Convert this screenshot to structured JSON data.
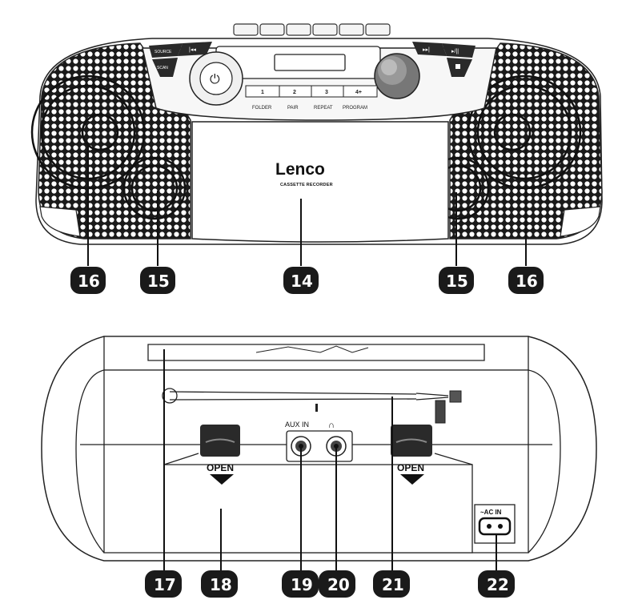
{
  "front_view": {
    "brand": "Lenco",
    "subtitle": "CASSETTE RECORDER",
    "top_buttons": [
      "SOURCE",
      "SCAN"
    ],
    "keypad": [
      {
        "number": "1",
        "label": "FOLDER"
      },
      {
        "number": "2",
        "label": "PAIR"
      },
      {
        "number": "3",
        "label": "REPEAT"
      },
      {
        "number": "4+",
        "label": "PROGRAM"
      }
    ],
    "callouts": [
      "16",
      "15",
      "14",
      "15",
      "16"
    ]
  },
  "rear_view": {
    "open_label_left": "OPEN",
    "open_label_right": "OPEN",
    "aux_label": "AUX IN",
    "ac_label": "~AC IN",
    "callouts": [
      "17",
      "18",
      "19",
      "20",
      "21",
      "22"
    ]
  }
}
